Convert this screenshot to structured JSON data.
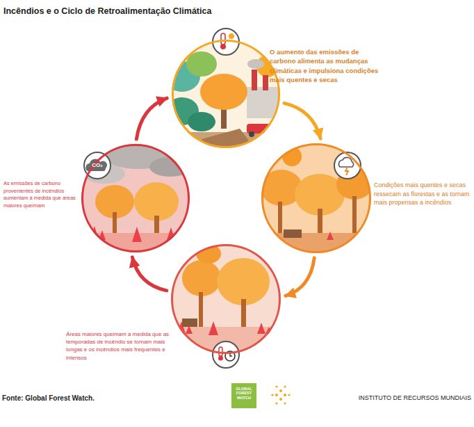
{
  "diagram": {
    "title": "Incêndios e o Ciclo de Retroalimentação Climática",
    "nodes": [
      {
        "text": [
          "O aumento das emissões de carbono alimenta as mudanças climáticas e impulsiona condições mais quentes e secas"
        ]
      },
      {
        "text": [
          "Condições mais quentes e secas ressecam as florestas e as tornam mais propensas a incêndios"
        ]
      },
      {
        "text": [
          "Áreas maiores queimam à medida que as temporadas de incêndio se tornam mais longas e os incêndios mais frequentes e intensos"
        ]
      },
      {
        "text": [
          "As emissões de carbono provenientes de incêndios aumentam à medida que áreas maiores queimam"
        ]
      }
    ],
    "edges": [
      {
        "from": 0,
        "to": 1,
        "arrow": "to"
      },
      {
        "from": 1,
        "to": 2,
        "arrow": "to"
      },
      {
        "from": 2,
        "to": 3,
        "arrow": "to"
      },
      {
        "from": 3,
        "to": 0,
        "arrow": "to"
      }
    ],
    "labels": [
      "CO₂",
      "Fonte: Global Forest Watch.",
      "GLOBAL FOREST WATCH",
      "INSTITUTO DE RECURSOS MUNDIAIS"
    ]
  }
}
